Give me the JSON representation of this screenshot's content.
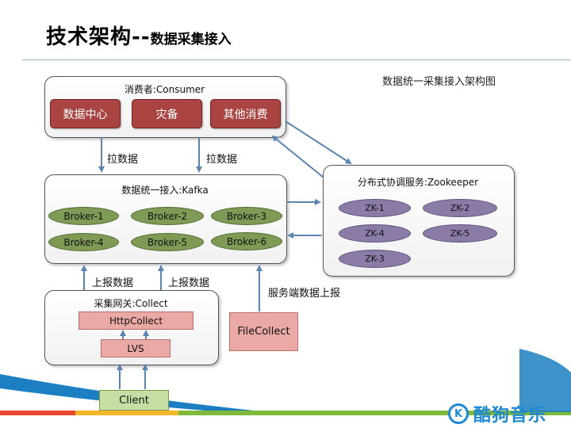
{
  "slide": {
    "title_main": "技术架构--",
    "title_sub": "数据采集接入",
    "arch_caption": "数据统一采集接入架构图"
  },
  "consumer": {
    "title": "消费者:Consumer",
    "items": [
      "数据中心",
      "灾备",
      "其他消费"
    ]
  },
  "pull_labels": [
    "拉数据",
    "拉数据"
  ],
  "kafka": {
    "title": "数据统一接入:Kafka",
    "brokers": [
      "Broker-1",
      "Broker-2",
      "Broker-3",
      "Broker-4",
      "Broker-5",
      "Broker-6"
    ]
  },
  "zookeeper": {
    "title": "分布式协调服务:Zookeeper",
    "nodes": [
      "ZK-1",
      "ZK-2",
      "ZK-4",
      "ZK-5",
      "ZK-3"
    ]
  },
  "report_labels": [
    "上报数据",
    "上报数据"
  ],
  "server_report_label": "服务端数据上报",
  "collect": {
    "title": "采集网关:Collect",
    "http": "HttpCollect",
    "lvs": "LVS"
  },
  "file_collect": "FileCollect",
  "client": "Client",
  "logo": {
    "text": "酷狗音乐",
    "mark": "K"
  },
  "colors": {
    "consumer_box": "#a94442",
    "broker": "#7f9a55",
    "zookeeper_node": "#8a7ca6",
    "collect_box": "#eaa9a4",
    "client_box": "#c6dea4",
    "arrow": "#5b84b1",
    "logo": "#1e88d4"
  }
}
